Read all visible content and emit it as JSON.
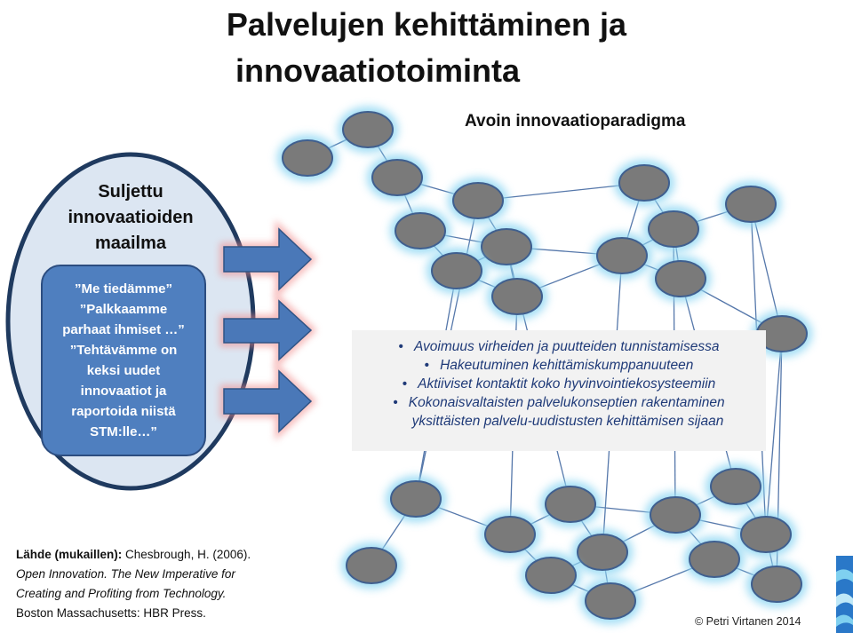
{
  "title": {
    "line1": "Palvelujen kehittäminen ja",
    "line2": "innovaatiotoiminta"
  },
  "closed_world": {
    "heading": [
      "Suljettu",
      "innovaatioiden",
      "maailma"
    ],
    "quotes": [
      "”Me tiedämme”",
      "”Palkkaamme",
      "parhaat ihmiset …”",
      "”Tehtävämme on",
      "keksi uudet",
      "innovaatiot ja",
      "raportoida niistä",
      "STM:lle…”"
    ]
  },
  "open_paradigm": {
    "heading": "Avoin innovaatioparadigma",
    "bullets": [
      "Avoimuus virheiden ja puutteiden tunnistamisessa",
      "Hakeutuminen kehittämiskumppanuuteen",
      "Aktiiviset kontaktit koko hyvinvointiekosysteemiin",
      "Kokonaisvaltaisten palvelukonseptien rakentaminen"
    ],
    "bullet_continuation": "yksittäisten palvelu-uudistusten kehittämisen sijaan"
  },
  "source": {
    "label": "Lähde (mukaillen):",
    "ref": " Chesbrough, H. (2006).",
    "book_line1": "Open Innovation. The New Imperative for",
    "book_line2": "Creating and Profiting from Technology.",
    "publisher": "Boston Massachusetts: HBR Press."
  },
  "copyright": "© Petri Virtanen 2014",
  "colors": {
    "node_fill": "#7a7a7a",
    "node_stroke": "#3f5f8f",
    "node_glow": "#8fd7f3",
    "edge": "#5577aa",
    "ellipse_fill": "#dce6f2",
    "ellipse_stroke": "#1f3a5f",
    "arrow_fill": "#4a78b8",
    "arrow_glow": "#f08888",
    "box_fill": "#4f7fbf",
    "bullet_text": "#1f3a78"
  },
  "icons": [
    "arrow-right-icon"
  ]
}
